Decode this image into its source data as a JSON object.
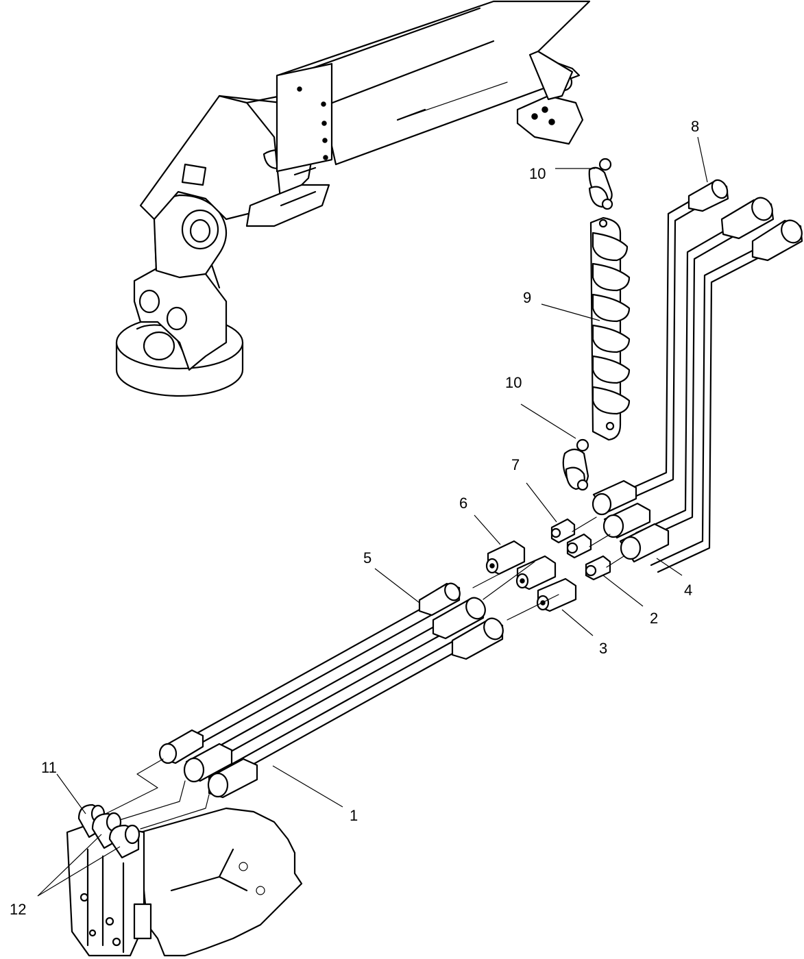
{
  "callouts": [
    {
      "id": "c1",
      "label": "1"
    },
    {
      "id": "c2",
      "label": "2"
    },
    {
      "id": "c3",
      "label": "3"
    },
    {
      "id": "c4",
      "label": "4"
    },
    {
      "id": "c5",
      "label": "5"
    },
    {
      "id": "c6",
      "label": "6"
    },
    {
      "id": "c7",
      "label": "7"
    },
    {
      "id": "c8",
      "label": "8"
    },
    {
      "id": "c9",
      "label": "9"
    },
    {
      "id": "c10a",
      "label": "10"
    },
    {
      "id": "c10b",
      "label": "10"
    },
    {
      "id": "c11",
      "label": "11"
    },
    {
      "id": "c12",
      "label": "12"
    }
  ]
}
